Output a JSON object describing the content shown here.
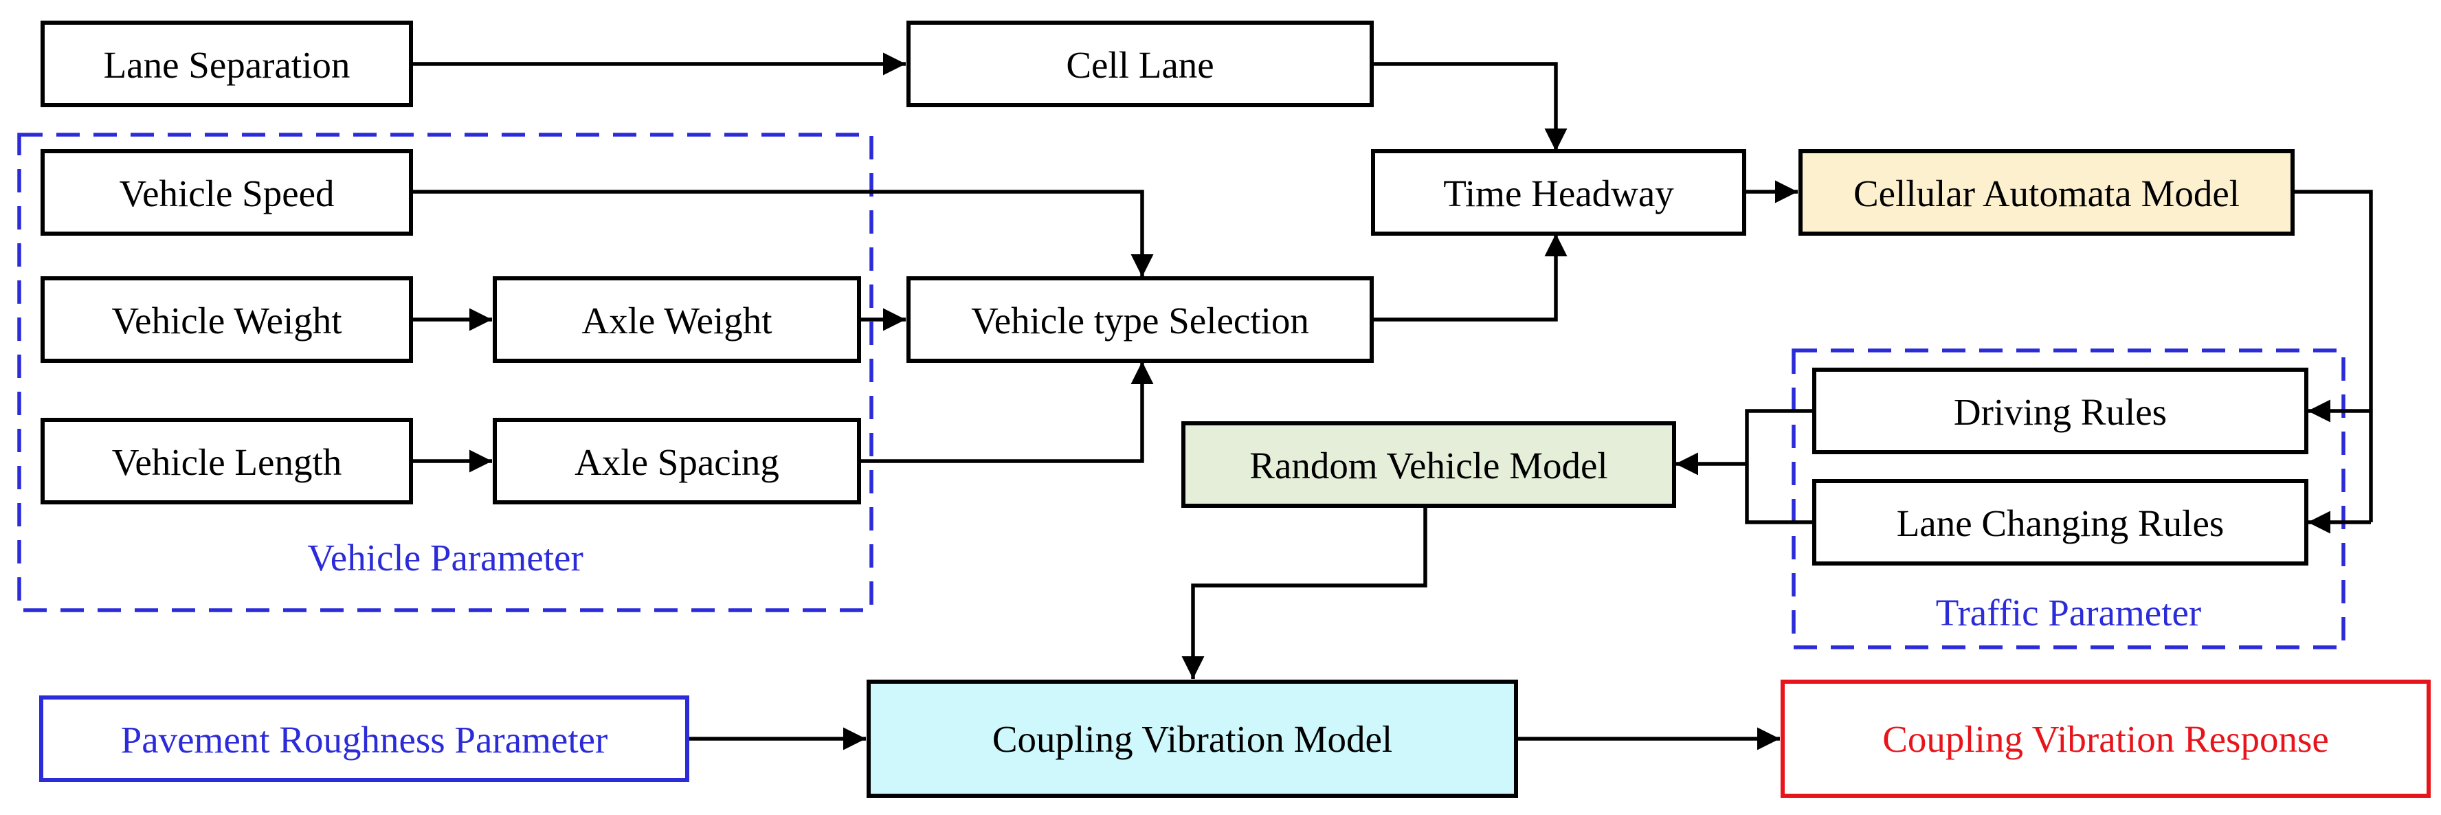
{
  "nodes": {
    "lane_separation": "Lane Separation",
    "cell_lane": "Cell Lane",
    "vehicle_speed": "Vehicle Speed",
    "vehicle_weight": "Vehicle Weight",
    "axle_weight": "Axle Weight",
    "vehicle_type_selection": "Vehicle type Selection",
    "vehicle_length": "Vehicle Length",
    "axle_spacing": "Axle Spacing",
    "time_headway": "Time Headway",
    "cellular_automata_model": "Cellular Automata Model",
    "driving_rules": "Driving Rules",
    "lane_changing_rules": "Lane Changing Rules",
    "random_vehicle_model": "Random Vehicle Model",
    "pavement_roughness_parameter": "Pavement Roughness Parameter",
    "coupling_vibration_model": "Coupling Vibration Model",
    "coupling_vibration_response": "Coupling Vibration Response"
  },
  "groups": {
    "vehicle_parameter": "Vehicle Parameter",
    "traffic_parameter": "Traffic Parameter"
  },
  "colors": {
    "cellular_automata_fill": "#fdf0cf",
    "random_vehicle_fill": "#e4eed8",
    "coupling_model_fill": "#cff8fc",
    "group_blue": "#2b2bd9",
    "pavement_border": "#2b2bd9",
    "response_red": "#e8141b"
  }
}
